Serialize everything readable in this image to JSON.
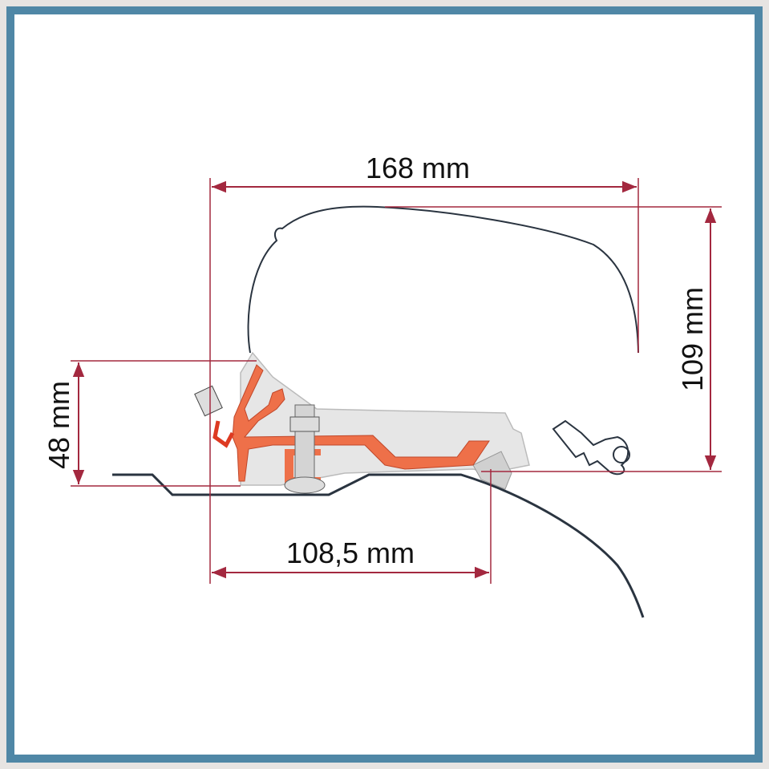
{
  "diagram": {
    "dimensions": {
      "top_width": "168 mm",
      "right_height": "109 mm",
      "left_height": "48 mm",
      "bottom_width": "108,5 mm"
    },
    "colors": {
      "frame": "#4f87a6",
      "dimension_line": "#a3283f",
      "bracket": "#ee7049",
      "outline": "#2a3440",
      "part_fill": "#e4e4e4"
    }
  }
}
